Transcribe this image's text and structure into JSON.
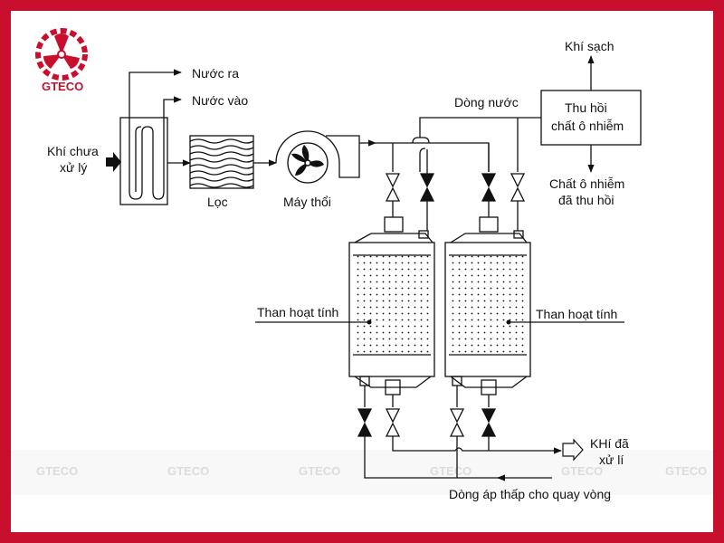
{
  "brand": {
    "name": "GTECO",
    "color": "#c8102e",
    "logo_icon": "gear-fan-logo"
  },
  "labels": {
    "nuoc_ra": "Nước ra",
    "nuoc_vao": "Nước vào",
    "khi_chua_xu_ly_1": "Khí chưa",
    "khi_chua_xu_ly_2": "xử lý",
    "loc": "Lọc",
    "may_thoi": "Máy thổi",
    "dong_nuoc": "Dòng nước",
    "thu_hoi_1": "Thu hồi",
    "thu_hoi_2": "chất ô nhiễm",
    "khi_sach": "Khí sạch",
    "chat_o_nhiem_1": "Chất ô nhiễm",
    "chat_o_nhiem_2": "đã thu hồi",
    "than_left": "Than hoạt tính",
    "than_right": "Than hoạt tính",
    "khi_da_xu_li_1": "KHí đã",
    "khi_da_xu_li_2": "xử lí",
    "dong_ap_thap": "Dòng áp thấp cho quay vòng"
  },
  "watermark": {
    "text": "GTECO"
  }
}
